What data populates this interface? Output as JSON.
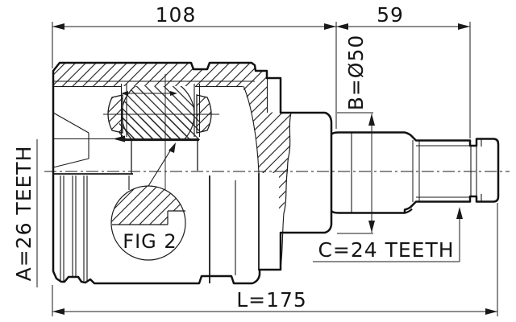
{
  "labels": {
    "dim_width_housing": "108",
    "dim_width_shaft": "59",
    "dim_diameter": "B=Ø50",
    "spline_inner": "A=26 TEETH",
    "spline_outer": "C=24 TEETH",
    "dim_length": "L=175",
    "detail_ref": "FIG 2"
  }
}
